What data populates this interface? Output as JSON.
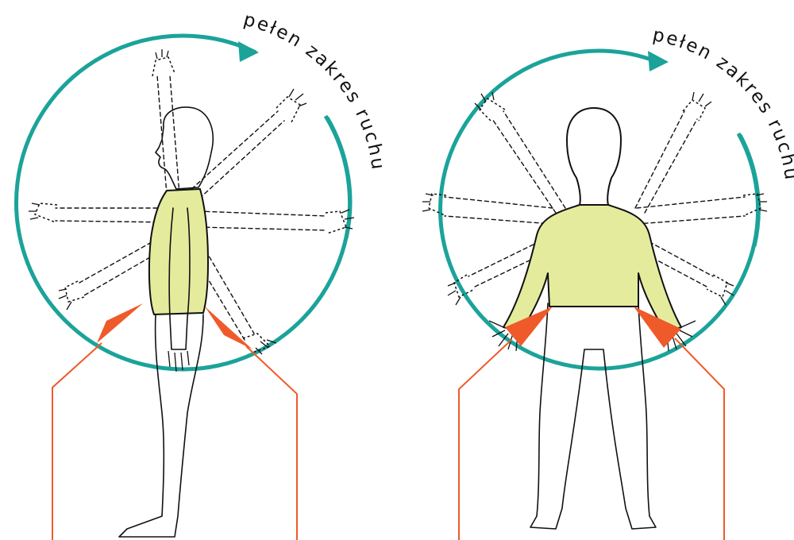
{
  "figure": {
    "panels": [
      {
        "id": "side-view",
        "view": "profile",
        "range_label": "pełen zakres ruchu"
      },
      {
        "id": "front-view",
        "view": "front",
        "range_label": "pełen zakres ruchu"
      }
    ],
    "colors": {
      "circle": "#1ba39a",
      "highlight": "#e5eb9d",
      "arrow": "#ef5a2a",
      "outline": "#111111"
    },
    "icons": [
      "range-circle",
      "rotation-arrow",
      "dashed-arm-positions",
      "pointer-arrow",
      "pointer-line"
    ]
  }
}
